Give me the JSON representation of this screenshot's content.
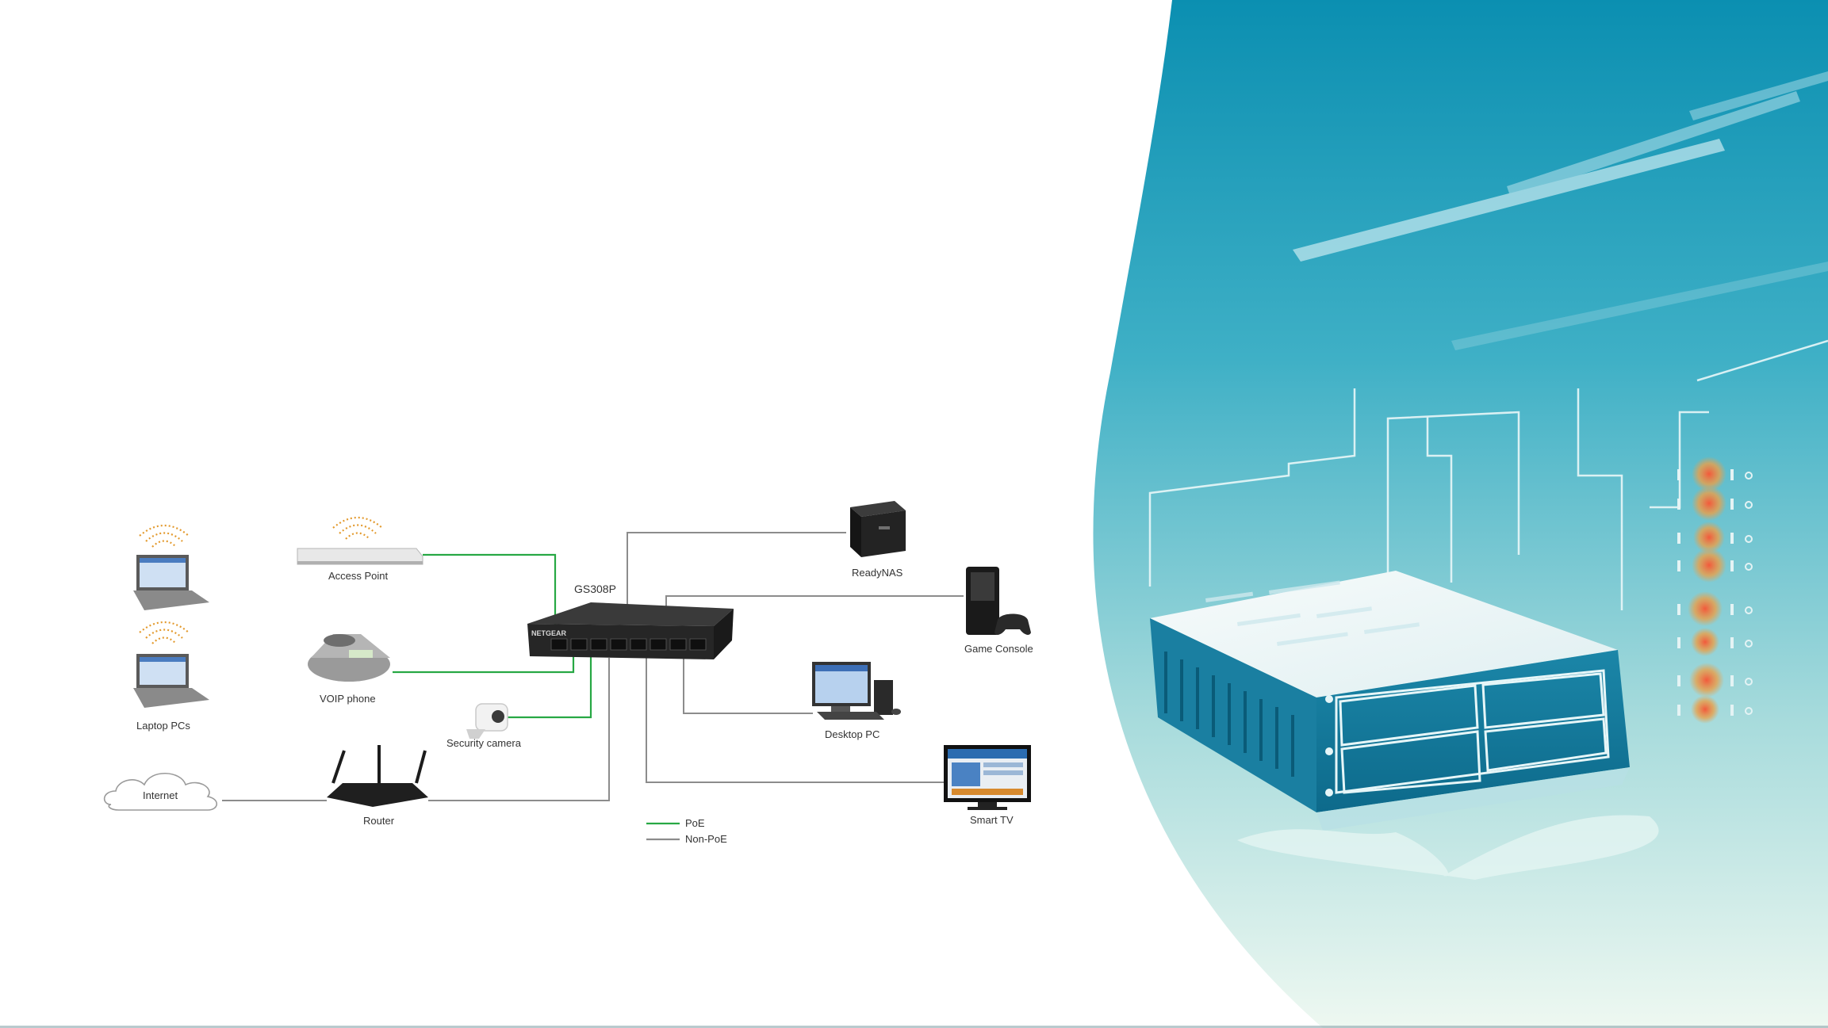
{
  "diagram": {
    "switch_model": "GS308P",
    "switch_brand": "NETGEAR",
    "devices": {
      "access_point": "Access Point",
      "voip_phone": "VOIP phone",
      "laptops": "Laptop PCs",
      "security_camera": "Security camera",
      "internet": "Internet",
      "router": "Router",
      "readynas": "ReadyNAS",
      "game_console": "Game Console",
      "desktop_pc": "Desktop PC",
      "smart_tv": "Smart TV"
    },
    "legend": [
      {
        "label": "PoE",
        "color": "#27a844"
      },
      {
        "label": "Non-PoE",
        "color": "#8c8c8c"
      }
    ]
  },
  "colors": {
    "poe": "#27a844",
    "non_poe": "#8c8c8c",
    "teal_dark": "#0e93b4",
    "teal_light": "#d9f0ee"
  }
}
